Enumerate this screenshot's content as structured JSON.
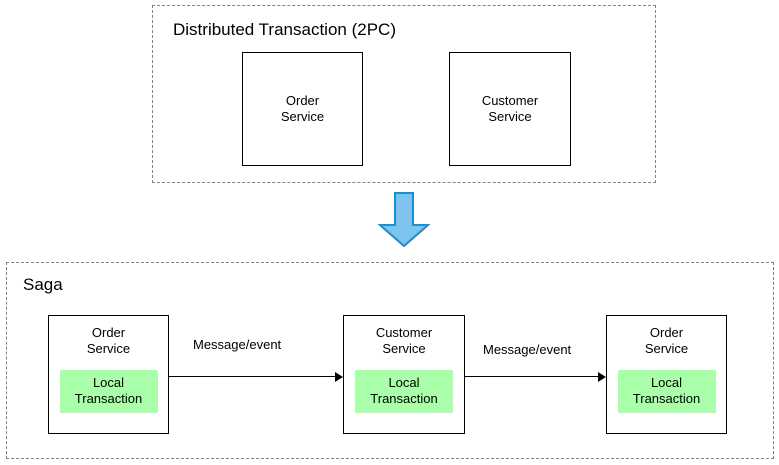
{
  "diagram": {
    "title_top": "Distributed Transaction (2PC)",
    "title_bottom": "Saga",
    "transition_icon": "down-arrow-icon",
    "colors": {
      "local_transaction_fill": "#aaffaa",
      "arrow_fill": "#7fc4ef",
      "arrow_stroke": "#1a8fd1",
      "group_border": "#808080",
      "box_border": "#000000"
    }
  },
  "two_pc": {
    "title": "Distributed Transaction (2PC)",
    "services": [
      {
        "name": "Order\nService"
      },
      {
        "name": "Customer\nService"
      }
    ]
  },
  "saga": {
    "title": "Saga",
    "steps": [
      {
        "name": "Order\nService",
        "local_transaction": "Local\nTransaction"
      },
      {
        "name": "Customer\nService",
        "local_transaction": "Local\nTransaction"
      },
      {
        "name": "Order\nService",
        "local_transaction": "Local\nTransaction"
      }
    ],
    "flows": [
      {
        "label": "Message/event"
      },
      {
        "label": "Message/event"
      }
    ]
  }
}
